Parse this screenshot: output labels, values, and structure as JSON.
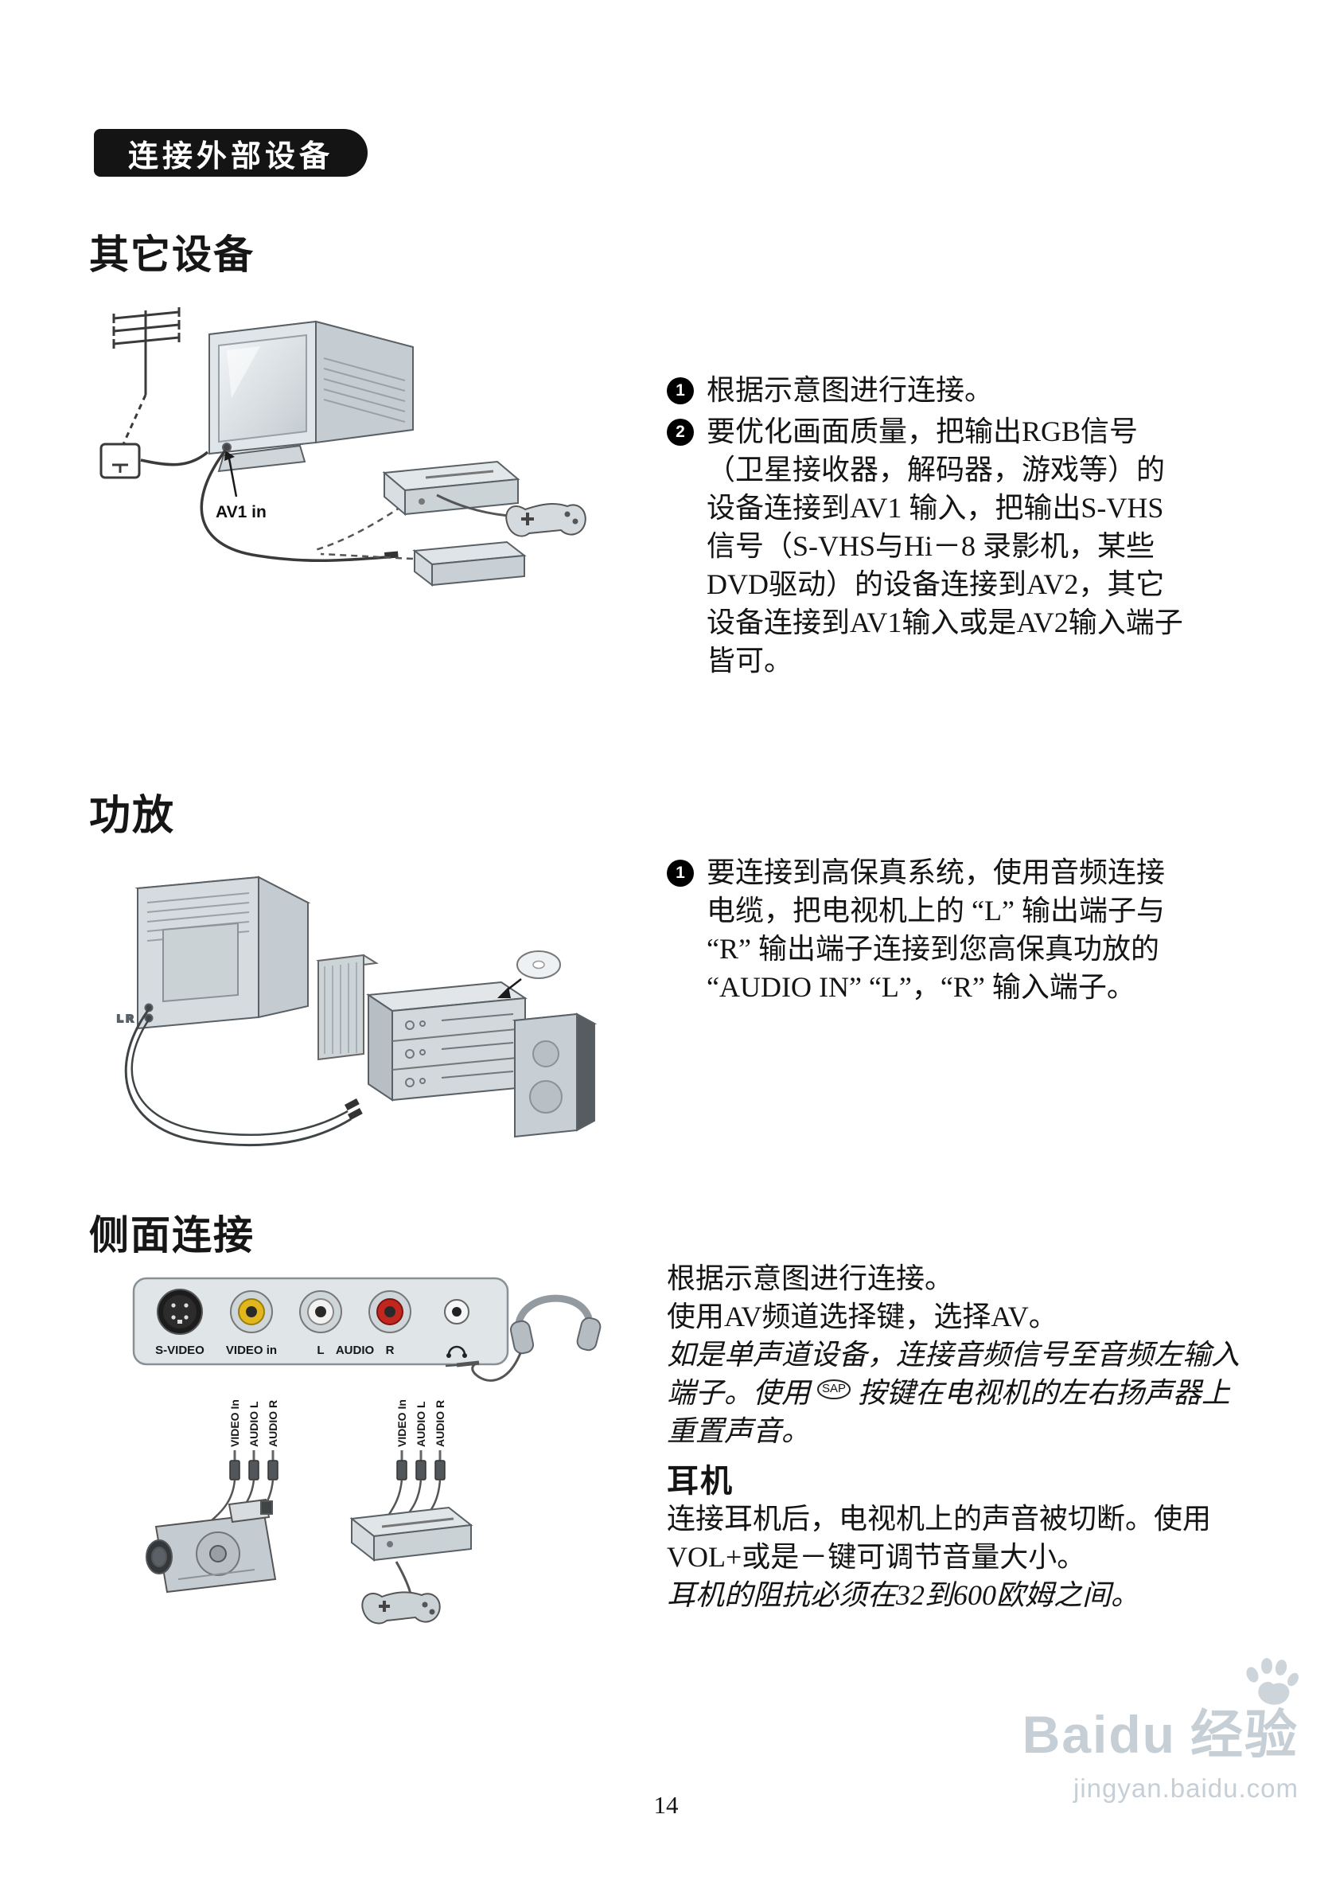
{
  "header": {
    "badge": "连接外部设备"
  },
  "other_devices": {
    "title": "其它设备",
    "av1_label": "AV1 in",
    "step1_num": "1",
    "step1_text": "根据示意图进行连接。",
    "step2_num": "2",
    "step2_text": "要优化画面质量，把输出RGB信号（卫星接收器，解码器，游戏等）的设备连接到AV1 输入，把输出S-VHS信号（S-VHS与Hi－8 录影机，某些DVD驱动）的设备连接到AV2，其它设备连接到AV1输入或是AV2输入端子皆可。"
  },
  "amplifier": {
    "title": "功放",
    "step1_num": "1",
    "step1_text": "要连接到高保真系统，使用音频连接电缆，把电视机上的 “L” 输出端子与 “R” 输出端子连接到您高保真功放的 “AUDIO IN” “L”，“R” 输入端子。",
    "lr_label": "L R"
  },
  "side": {
    "title": "侧面连接",
    "panel": {
      "svideo": "S-VIDEO",
      "video_in": "VIDEO in",
      "l": "L",
      "audio": "AUDIO",
      "r": "R"
    },
    "plug_labels": {
      "video": "VIDEO In",
      "audio_l": "AUDIO L",
      "audio_r": "AUDIO R"
    },
    "line1": "根据示意图进行连接。",
    "line2": "使用AV频道选择键，选择AV。",
    "mono_pre": "如是单声道设备，连接音频信号至音频左输入端子。使用 ",
    "sap": "SAP",
    "mono_post": " 按键在电视机的左右扬声器上重置声音。"
  },
  "headphones": {
    "title": "耳机",
    "text": "连接耳机后，电视机上的声音被切断。使用VOL+或是－键可调节音量大小。",
    "italic": "耳机的阻抗必须在32到600欧姆之间。"
  },
  "footer": {
    "page_number": "14"
  },
  "watermark": {
    "brand": "Baidu",
    "suffix": "经验",
    "url": "jingyan.baidu.com"
  },
  "colors": {
    "badge_bg": "#141414",
    "rca_yellow": "#e2b71e",
    "rca_red": "#c2271f",
    "watermark": "#c6cfd6"
  }
}
